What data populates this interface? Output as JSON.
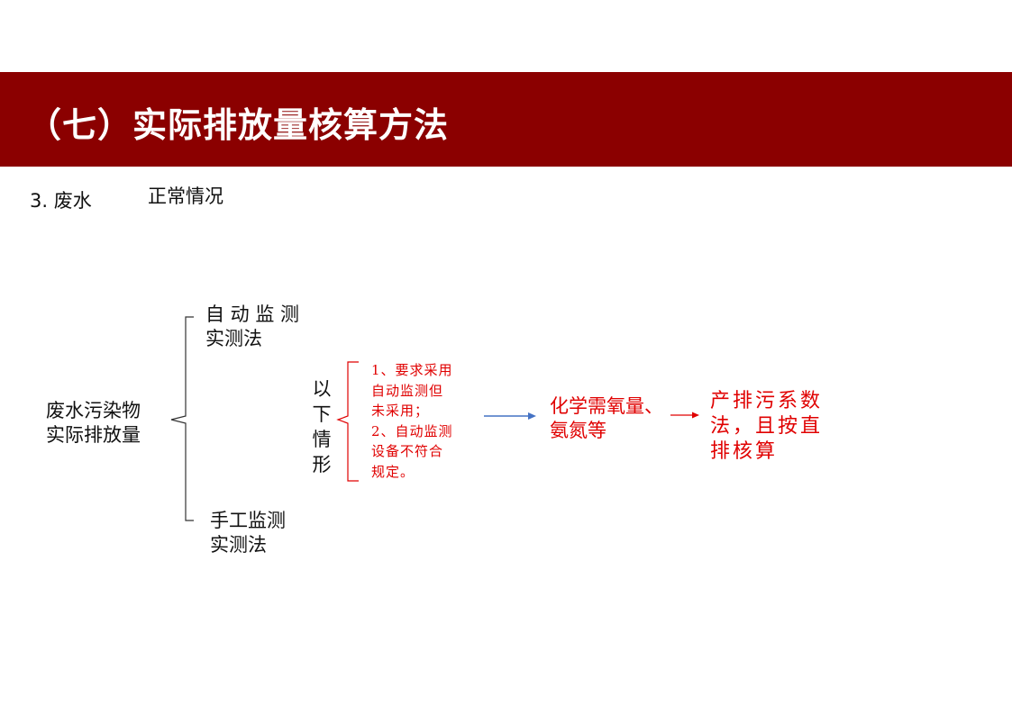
{
  "header": {
    "title": "（七）实际排放量核算方法"
  },
  "section": {
    "label": "3. 废水",
    "sublabel": "正常情况"
  },
  "diagram": {
    "root": [
      "废水污染物",
      "实际排放量"
    ],
    "branch_auto": [
      "自 动 监 测",
      "实测法"
    ],
    "branch_manual": [
      "手工监测",
      "实测法"
    ],
    "condition_label": [
      "以",
      "下",
      "情",
      "形"
    ],
    "conditions": [
      "1、要求采用",
      "自动监测但",
      "未采用；",
      "2、自动监测",
      "设备不符合",
      "规定。"
    ],
    "pollutants": [
      "化学需氧量、",
      "氨氮等"
    ],
    "result": [
      "产排污系数",
      "法，且按直",
      "排核算"
    ]
  },
  "colors": {
    "title_bar": "#8b0000",
    "highlight_red": "#e00000",
    "arrow_blue": "#4472c4",
    "arrow_red": "#e00000",
    "brace": "#333333"
  }
}
